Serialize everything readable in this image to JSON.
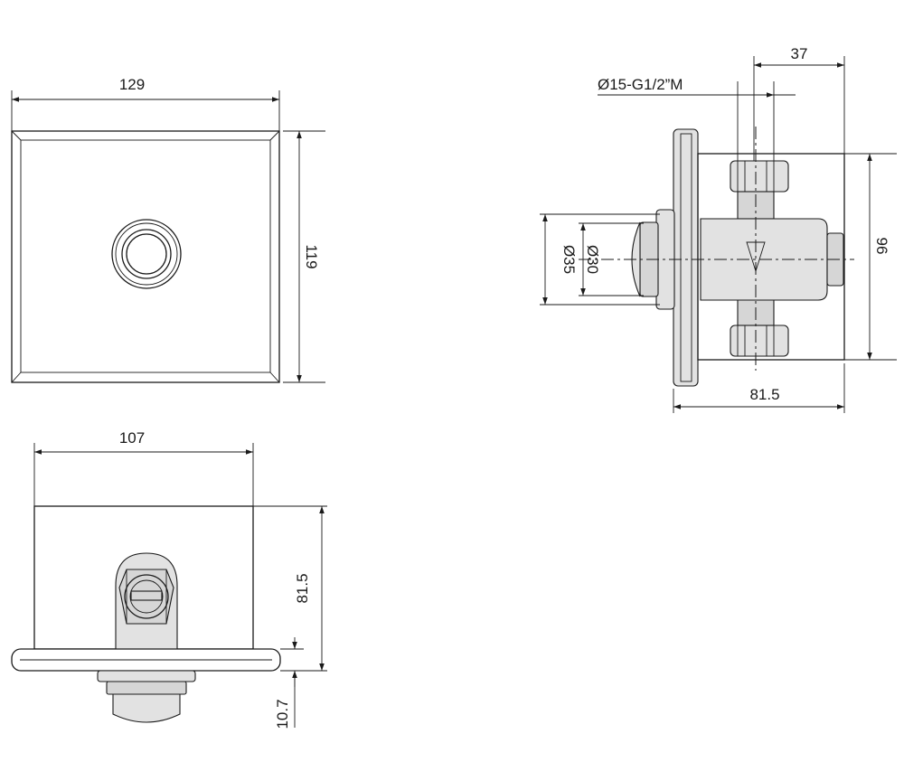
{
  "dimensions": {
    "front_width": "129",
    "front_height": "119",
    "side_height_96": "96",
    "side_depth": "81.5",
    "side_offset_37": "37",
    "inlet_label": "Ø15-G1/2”M",
    "dia_35": "Ø35",
    "dia_30": "Ø30",
    "bottom_width": "107",
    "bottom_depth": "81.5",
    "bottom_plate": "10.7"
  },
  "colors": {
    "line": "#1a1a1a",
    "shading": "#e2e2e2",
    "background": "#ffffff"
  }
}
